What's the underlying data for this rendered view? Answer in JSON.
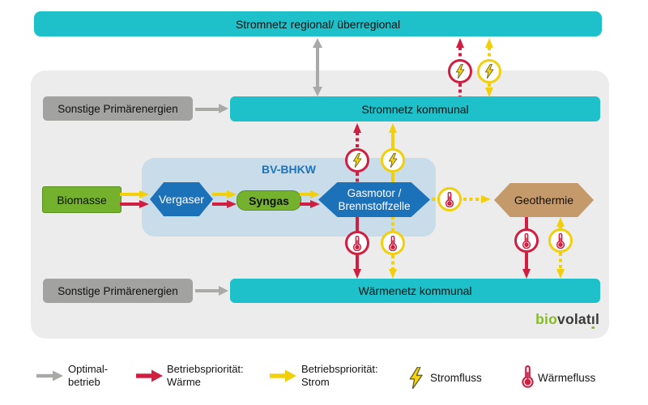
{
  "colors": {
    "teal": "#1ec1c9",
    "container_gray": "#ececec",
    "box_gray": "#a2a2a1",
    "arrow_gray": "#a9a9a8",
    "red": "#d01e41",
    "yellow": "#f2cf0b",
    "blue": "#1c72b8",
    "panel_blue": "#c8dcea",
    "green": "#74b12c",
    "tan": "#c49a6b",
    "logo_green": "#84bd22",
    "logo_dark": "#3a3a39"
  },
  "bars": {
    "regional": "Stromnetz regional/ überregional",
    "strom_kommunal": "Stromnetz kommunal",
    "waerme_kommunal": "Wärmenetz kommunal"
  },
  "boxes": {
    "sonstige_top": "Sonstige Primärenergien",
    "sonstige_bottom": "Sonstige Primärenergien",
    "biomasse": "Biomasse",
    "vergaser": "Vergaser",
    "syngas": "Syngas",
    "gasmotor_line1": "Gasmotor /",
    "gasmotor_line2": "Brennstoffzelle",
    "geothermie": "Geothermie"
  },
  "bhkw_label": "BV-BHKW",
  "logo": {
    "green": "bio",
    "dark_a": "volat",
    "dotless_i": "ı",
    "dark_b": "l"
  },
  "legend": [
    {
      "icon": "gray-arrow",
      "line1": "Optimal-",
      "line2": "betrieb"
    },
    {
      "icon": "red-arrow",
      "line1": "Betriebspriorität:",
      "line2": "Wärme"
    },
    {
      "icon": "yellow-arrow",
      "line1": "Betriebspriorität:",
      "line2": "Strom"
    },
    {
      "icon": "lightning",
      "line1": "Stromfluss",
      "line2": ""
    },
    {
      "icon": "thermometer",
      "line1": "Wärmefluss",
      "line2": ""
    }
  ]
}
